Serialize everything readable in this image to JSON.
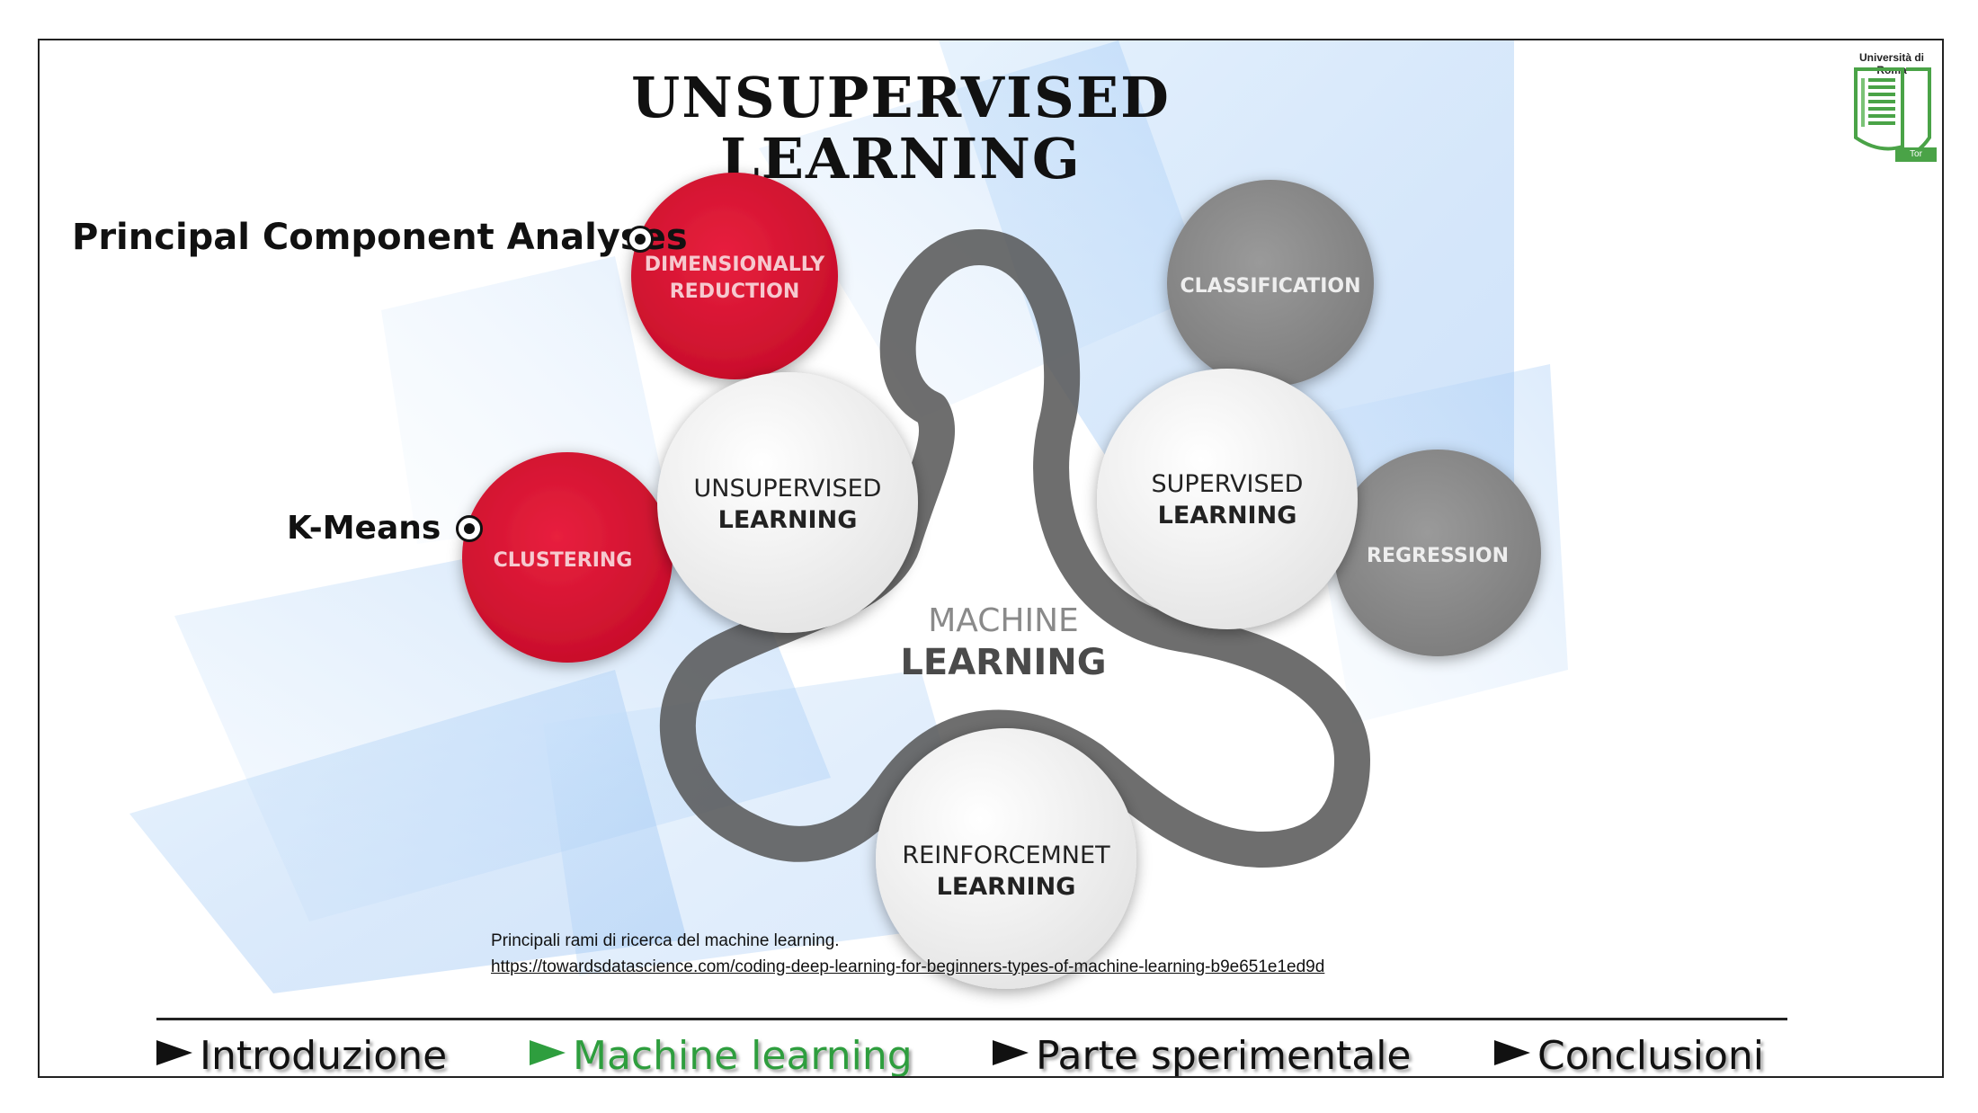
{
  "title": {
    "line1": "UNSUPERVISED",
    "line2": "LEARNING"
  },
  "logo": {
    "university": "Università di Roma",
    "campus": "Tor Vergata"
  },
  "diagram": {
    "center_top": "MACHINE",
    "center_bottom": "LEARNING",
    "hubs": {
      "unsupervised": {
        "line1": "UNSUPERVISED",
        "line2": "LEARNING"
      },
      "supervised": {
        "line1": "SUPERVISED",
        "line2": "LEARNING"
      },
      "reinforcement": {
        "line1": "REINFORCEMNET",
        "line2": "LEARNING"
      }
    },
    "satellites": {
      "dim_reduction": {
        "line1": "DIMENSIONALLY",
        "line2": "REDUCTION"
      },
      "clustering": {
        "line1": "CLUSTERING"
      },
      "classification": {
        "line1": "CLASSIFICATION"
      },
      "regression": {
        "line1": "REGRESSION"
      }
    },
    "colors": {
      "red": "#d8102f",
      "gray": "#8a8a8a",
      "hub": "#f2f2f2"
    }
  },
  "annotations": {
    "pca": "Principal Component Analyses",
    "kmeans": "K-Means"
  },
  "caption": {
    "text": "Principali rami di ricerca del machine learning.",
    "link": "https://towardsdatascience.com/coding-deep-learning-for-beginners-types-of-machine-learning-b9e651e1ed9d"
  },
  "nav": {
    "items": [
      "Introduzione",
      "Machine learning",
      "Parte sperimentale",
      "Conclusioni"
    ],
    "active_color": "#2e9e3e"
  }
}
